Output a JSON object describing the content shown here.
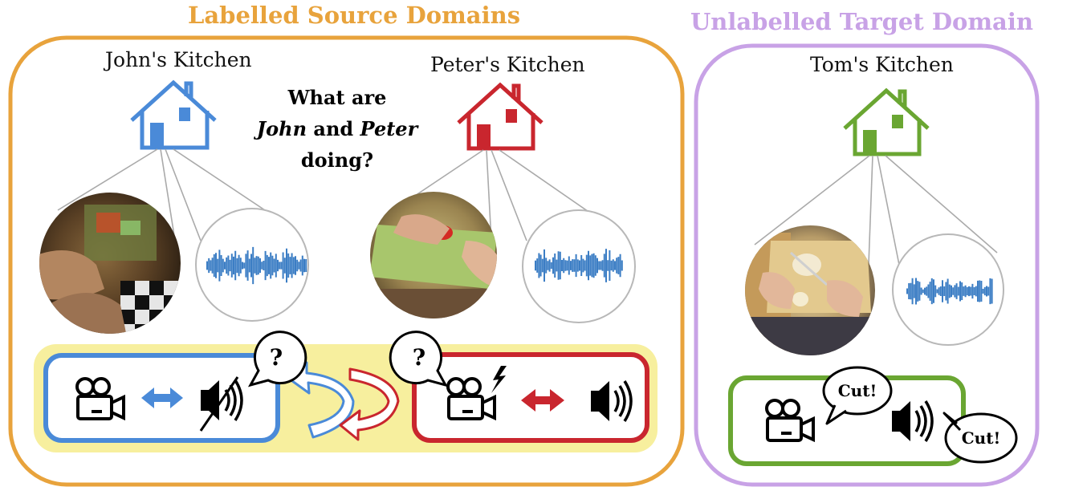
{
  "source_title": "Labelled Source Domains",
  "target_title": "Unlabelled Target Domain",
  "kitchens": {
    "john": "John's Kitchen",
    "peter": "Peter's Kitchen",
    "tom": "Tom's Kitchen"
  },
  "question": {
    "line1": "What are",
    "name1": "John",
    "and": " and ",
    "name2": "Peter",
    "line3": "doing?"
  },
  "bubbles": {
    "question_mark": "?",
    "cut": "Cut!"
  },
  "colors": {
    "source_frame": "#e8a33c",
    "target_frame": "#c8a2e6",
    "john": "#4a8ad8",
    "peter": "#c9262e",
    "tom": "#6aa632",
    "yellow_panel": "#f7ef9e",
    "waveform": "#3b7dc4"
  },
  "icons": {
    "house": "house-icon",
    "camera": "video-camera-icon",
    "speaker": "speaker-icon",
    "muted_speaker": "muted-speaker-icon",
    "lightning": "lightning-icon",
    "swap_arrows": "swap-arrows-icon"
  }
}
